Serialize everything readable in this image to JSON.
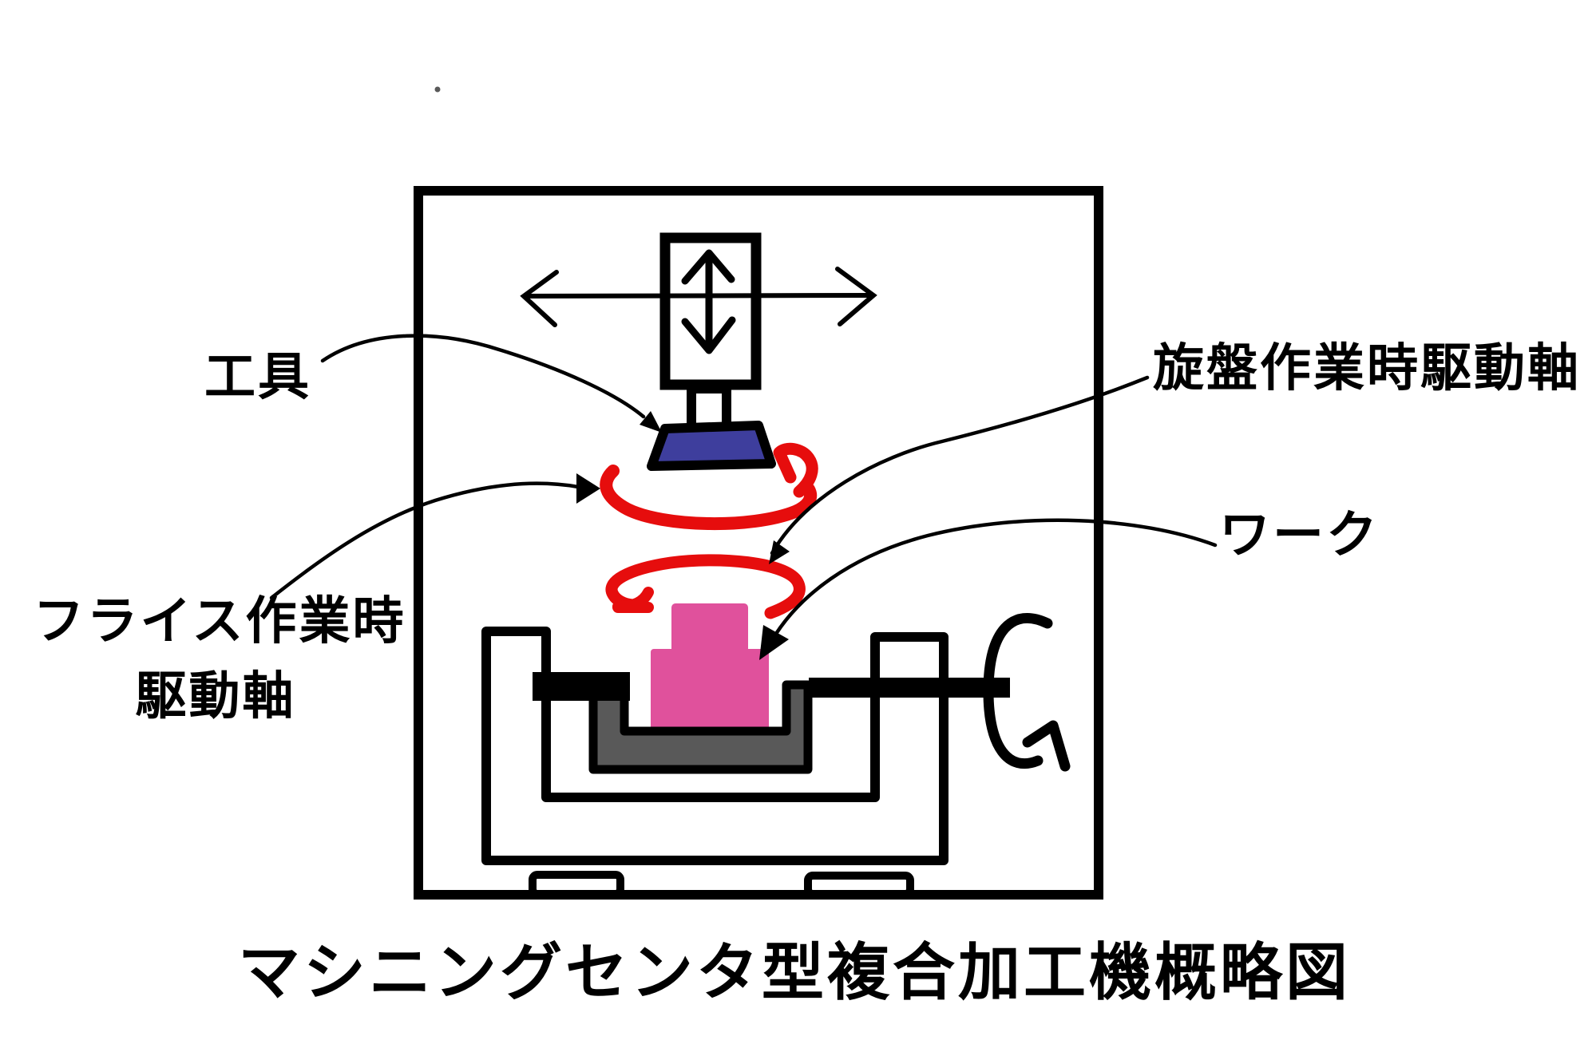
{
  "diagram": {
    "caption": "マシニングセンタ型複合加工機概略図",
    "labels": {
      "tool": "工具",
      "milling_axis_line1": "フライス作業時",
      "milling_axis_line2": "駆動軸",
      "lathe_axis": "旋盤作業時駆動軸",
      "workpiece": "ワーク"
    },
    "icons": {
      "x_axis_arrow": "horizontal-double-arrow",
      "z_axis_arrow": "vertical-double-arrow",
      "milling_rotation": "red-rotation-ellipse-arrow",
      "lathe_rotation": "red-rotation-ellipse-arrow",
      "c_axis_rotation": "circular-rotation-arrow"
    }
  },
  "colors": {
    "background": "#ffffff",
    "ink": "#000000",
    "rotation_red": "#e60d0d",
    "tool_blue": "#3e3e9d",
    "workpiece_pink": "#e0519c",
    "chuck_gray": "#595959"
  }
}
